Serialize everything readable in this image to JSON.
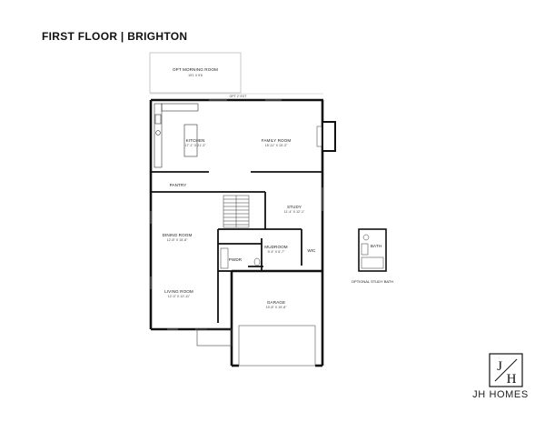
{
  "page_title": "FIRST FLOOR | BRIGHTON",
  "rooms": {
    "morning_room": {
      "name": "OPT MORNING ROOM",
      "dims": "19'1 X 9'6"
    },
    "opt_ext": "OPT 2' EXT",
    "kitchen": {
      "name": "KITCHEN",
      "dims": "17'-1\" X 21'-3\""
    },
    "family_room": {
      "name": "FAMILY ROOM",
      "dims": "15'-11\" X 15'-3\""
    },
    "pantry": {
      "name": "PANTRY"
    },
    "study": {
      "name": "STUDY",
      "dims": "11'-4\" X 12'-1\""
    },
    "dining_room": {
      "name": "DINING ROOM",
      "dims": "12'-8\" X 15'-8\""
    },
    "mudroom": {
      "name": "MUDROOM",
      "dims": "9'-4\" X 6'-7\""
    },
    "pwdr": {
      "name": "PWDR"
    },
    "wic": {
      "name": "WIC"
    },
    "living_room": {
      "name": "LIVING ROOM",
      "dims": "12'-0\" X 12'-11\""
    },
    "garage": {
      "name": "GARAGE",
      "dims": "19'-8\" X 19'-8\""
    }
  },
  "optional_bath": {
    "room": "BATH",
    "caption": "OPTIONAL STUDY BATH"
  },
  "brand": {
    "monogram_top": "J",
    "monogram_bottom": "H",
    "name": "JH HOMES"
  }
}
